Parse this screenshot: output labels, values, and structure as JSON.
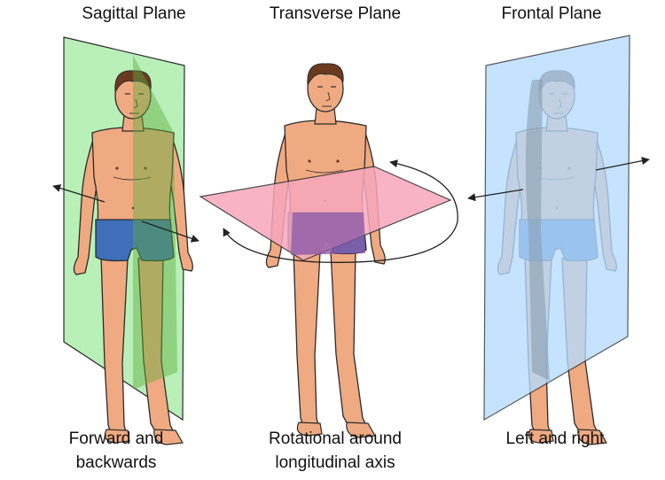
{
  "panels": [
    {
      "title": "Sagittal Plane",
      "caption_line1": "Forward and",
      "caption_line2": "backwards"
    },
    {
      "title": "Transverse Plane",
      "caption_line1": "Rotational around",
      "caption_line2": "longitudinal axis"
    },
    {
      "title": "Frontal Plane",
      "caption_line1": "Left and right",
      "caption_line2": ""
    }
  ],
  "colors": {
    "sagittal_plane": "#b8f0b8",
    "transverse_plane": "#f7a8bc",
    "frontal_plane": "#b5dcff",
    "skin": "#f0aa82",
    "shorts": "#3e6fb8",
    "hair": "#6b3a1f",
    "outline": "#2b2b2b"
  }
}
